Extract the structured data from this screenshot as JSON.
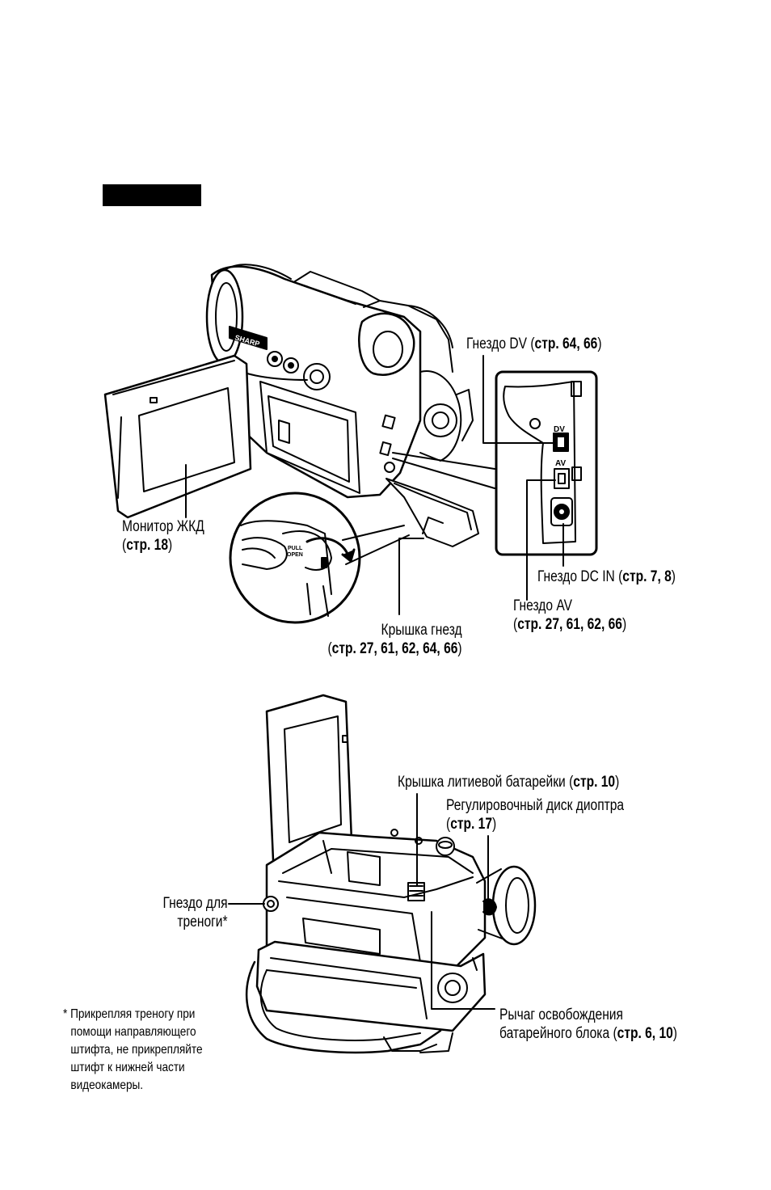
{
  "labels": {
    "dv_jack": {
      "text": "Гнездо DV (",
      "pages": "стр. 64, 66",
      "close": ")"
    },
    "lcd_monitor": {
      "line1": "Монитор ЖКД",
      "open": "(",
      "pages": "стр. 18",
      "close": ")"
    },
    "dc_in_jack": {
      "text": "Гнездо DC IN (",
      "pages": "стр. 7, 8",
      "close": ")"
    },
    "av_jack": {
      "line1": "Гнездо AV",
      "open": "(",
      "pages": "стр. 27, 61, 62, 66",
      "close": ")"
    },
    "jack_cover": {
      "line1": "Крышка гнезд",
      "open": "(",
      "pages": "стр. 27, 61, 62, 64, 66",
      "close": ")"
    },
    "lithium_cover": {
      "text": "Крышка литиевой батарейки (",
      "pages": "стр. 10",
      "close": ")"
    },
    "diopter_dial": {
      "line1": "Регулировочный диск диоптра",
      "open": "(",
      "pages": "стр. 17",
      "close": ")"
    },
    "tripod_socket": {
      "line1": "Гнездо для",
      "line2": "треноги*"
    },
    "battery_release": {
      "line1": "Рычаг освобождения",
      "text": "батарейного блока (",
      "pages": "стр. 6, 10",
      "close": ")"
    }
  },
  "footnote": {
    "lines": [
      "* Прикрепляя треногу при",
      "помощи направляющего",
      "штифта, не прикрепляйте",
      "штифт к нижней части",
      "видеокамеры."
    ]
  },
  "device_markings": {
    "brand": "SHARP",
    "dv": "DV",
    "av": "AV",
    "pull": "PULL",
    "open": "OPEN"
  },
  "icons": [
    "top-camcorder-illustration",
    "bottom-camcorder-illustration",
    "jack-panel-inset",
    "pull-open-magnifier",
    "arrow-icon"
  ]
}
